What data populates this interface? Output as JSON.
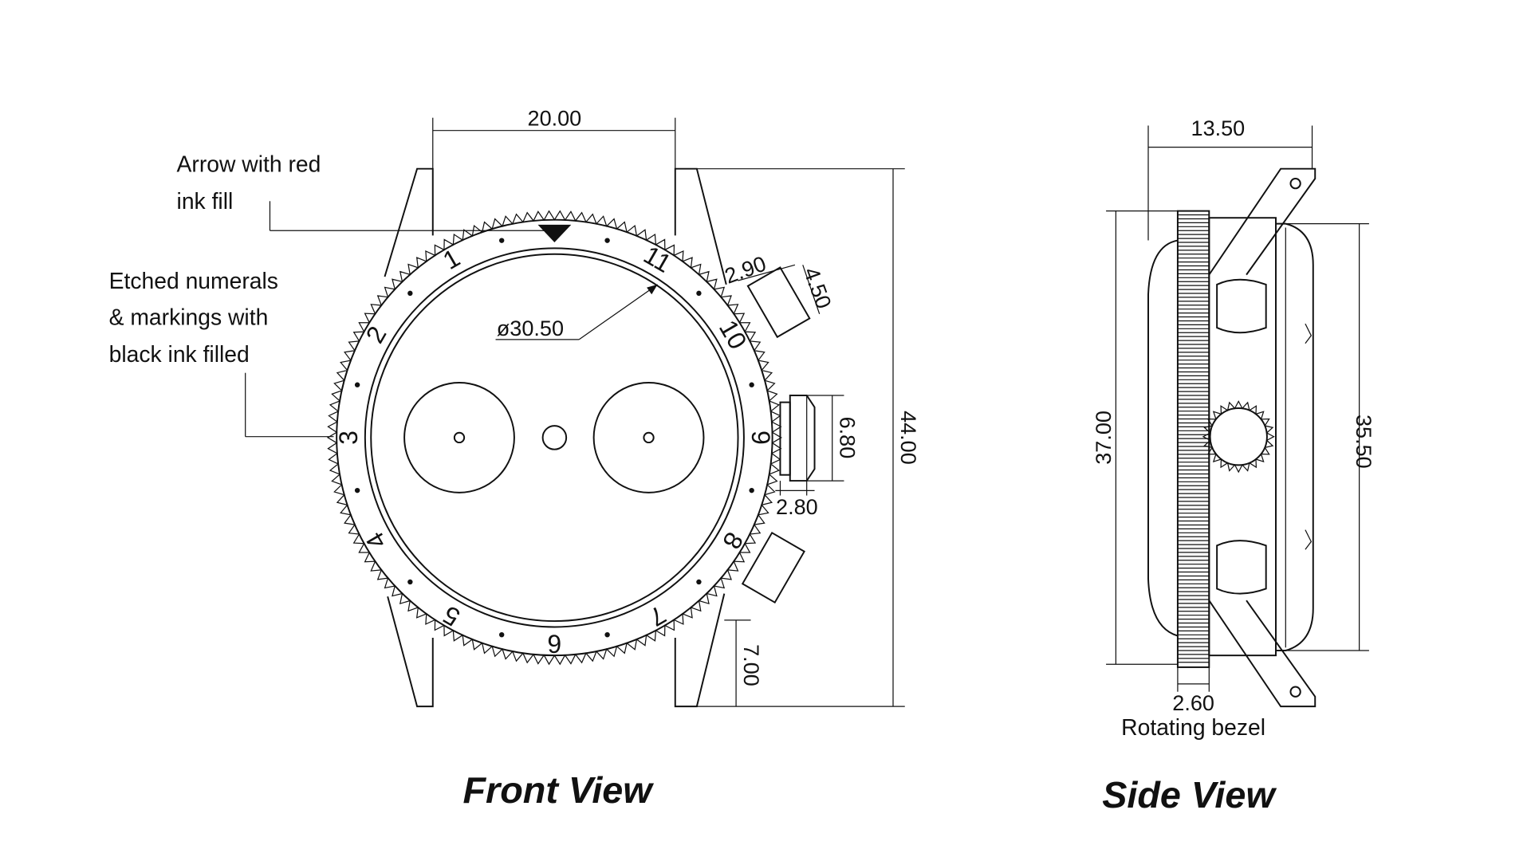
{
  "front_view": {
    "title": "Front View",
    "annotations": {
      "arrow_line1": "Arrow with red",
      "arrow_line2": "ink fill",
      "etched_line1": "Etched numerals",
      "etched_line2": "& markings with",
      "etched_line3": "black ink filled"
    },
    "dimensions": {
      "lug_width": "20.00",
      "case_length": "44.00",
      "crystal_diameter": "ø30.50",
      "pusher_length": "2.90",
      "pusher_width": "4.50",
      "crown_height": "6.80",
      "crown_length": "2.80",
      "lug_length": "7.00"
    },
    "bezel_numerals": [
      "1",
      "2",
      "3",
      "4",
      "5",
      "6",
      "7",
      "8",
      "9",
      "10",
      "11"
    ],
    "arrow_color": "#111111"
  },
  "side_view": {
    "title": "Side View",
    "annotations": {
      "bezel_label": "Rotating bezel"
    },
    "dimensions": {
      "thickness": "13.50",
      "bezel_height": "37.00",
      "case_height": "35.50",
      "bezel_thickness": "2.60"
    }
  }
}
